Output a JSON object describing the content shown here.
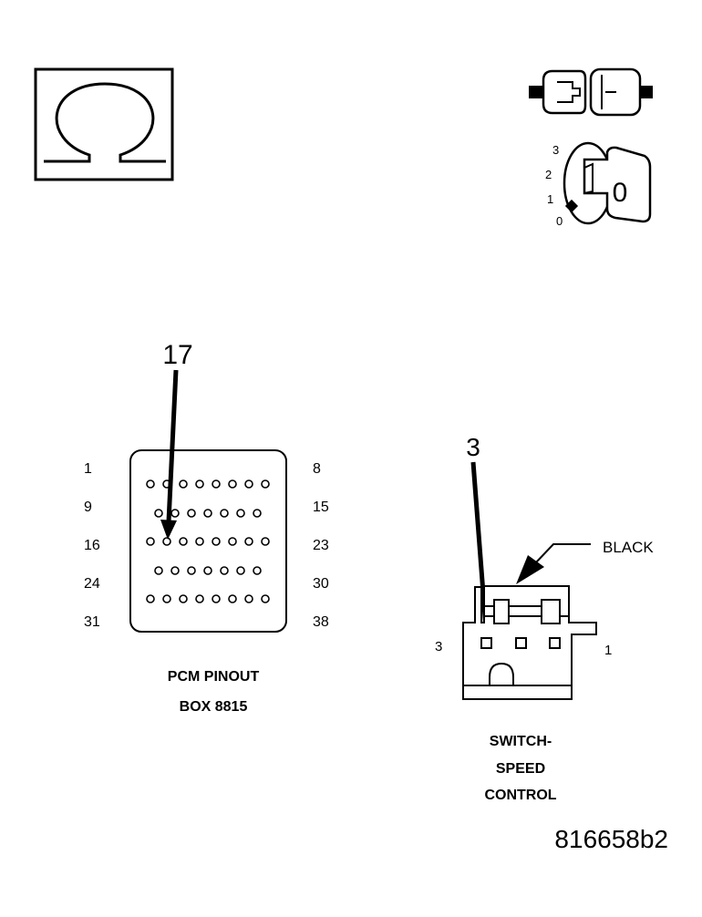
{
  "icons": {
    "ohm": "ohm-symbol-icon",
    "connector": "connector-unplug-icon",
    "ignition": "ignition-key-icon"
  },
  "ignition": {
    "key_label": "0",
    "positions": [
      "3",
      "2",
      "1",
      "0"
    ]
  },
  "pcm": {
    "callout": "17",
    "row_start": [
      "1",
      "9",
      "16",
      "24",
      "31"
    ],
    "row_end": [
      "8",
      "15",
      "23",
      "30",
      "38"
    ],
    "title_line1": "PCM PINOUT",
    "title_line2": "BOX 8815"
  },
  "switch": {
    "callout": "3",
    "color_label": "BLACK",
    "pin_left": "3",
    "pin_right": "1",
    "title_line1": "SWITCH-",
    "title_line2": "SPEED",
    "title_line3": "CONTROL"
  },
  "figure_id": "816658b2"
}
